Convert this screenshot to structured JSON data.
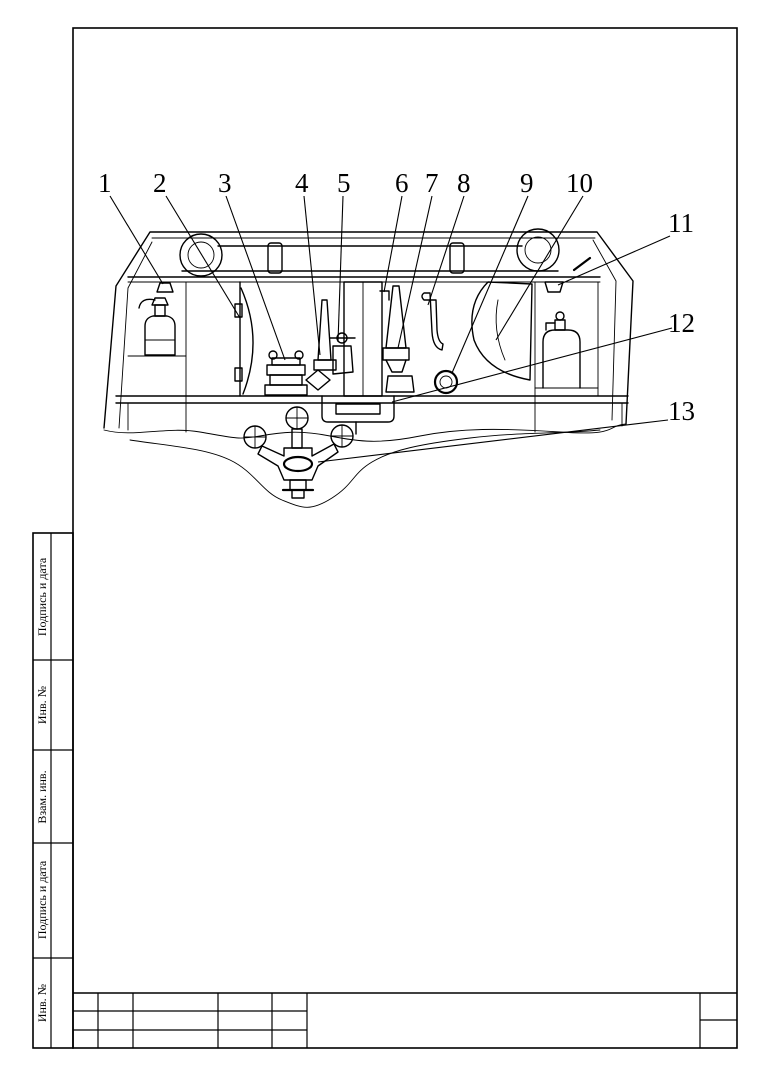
{
  "page": {
    "background": "#ffffff",
    "ink": "#000000"
  },
  "side_stamp": {
    "cells": [
      "Подпись и дата",
      "Инв. №",
      "Взам. инв.",
      "Подпись и дата",
      "Инв. №"
    ]
  },
  "figure": {
    "callouts": [
      "1",
      "2",
      "3",
      "4",
      "5",
      "6",
      "7",
      "8",
      "9",
      "10",
      "11",
      "12",
      "13"
    ]
  }
}
